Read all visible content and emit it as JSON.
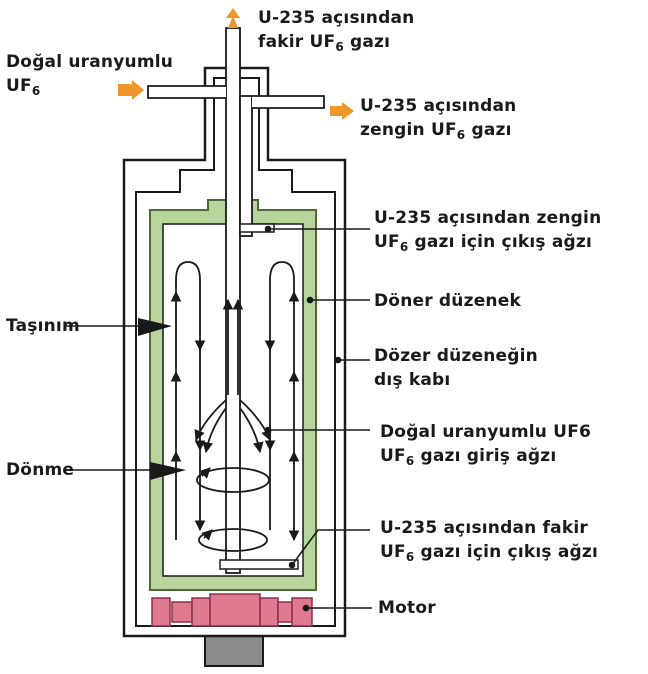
{
  "labels": {
    "depleted_out": {
      "line1": "U-235 açısından",
      "line2_pre": "fakir UF",
      "line2_sub": "6",
      "line2_post": " gazı"
    },
    "natural_in": {
      "line1": "Doğal uranyumlu",
      "line2_pre": "UF",
      "line2_sub": "6"
    },
    "enriched_out": {
      "line1": "U-235 açısından",
      "line2_pre": "zengin  UF",
      "line2_sub": "6",
      "line2_post": " gazı"
    },
    "enriched_exit": {
      "line1": "U-235 açısından zengin",
      "line2_pre": "UF",
      "line2_sub": "6",
      "line2_post": "  gazı  için  çıkış ağzı"
    },
    "rotor": {
      "text": "Döner düzenek"
    },
    "convection": {
      "text": "Taşınım"
    },
    "casing": {
      "line1": "Dözer düzeneğin",
      "line2": "dış kabı"
    },
    "feed_inlet": {
      "line1": "Doğal uranyumlu UF6",
      "line2_pre": "UF",
      "line2_sub": "6",
      "line2_post": "  gazı  giriş ağzı"
    },
    "rotation": {
      "text": "Dönme"
    },
    "depleted_exit": {
      "line1": "U-235 açısından fakir",
      "line2_pre": "UF",
      "line2_sub": "6",
      "line2_post": "  gazı  için  çıkış ağzı"
    },
    "motor": {
      "text": "Motor"
    }
  },
  "colors": {
    "arrow_orange": "#f0962a",
    "rotor_green": "#b7d49c",
    "rotor_border": "#4d6b35",
    "motor_pink": "#e07a90",
    "motor_border": "#8a3048",
    "base_gray": "#8c8c8c",
    "line": "#1a1a1a"
  }
}
